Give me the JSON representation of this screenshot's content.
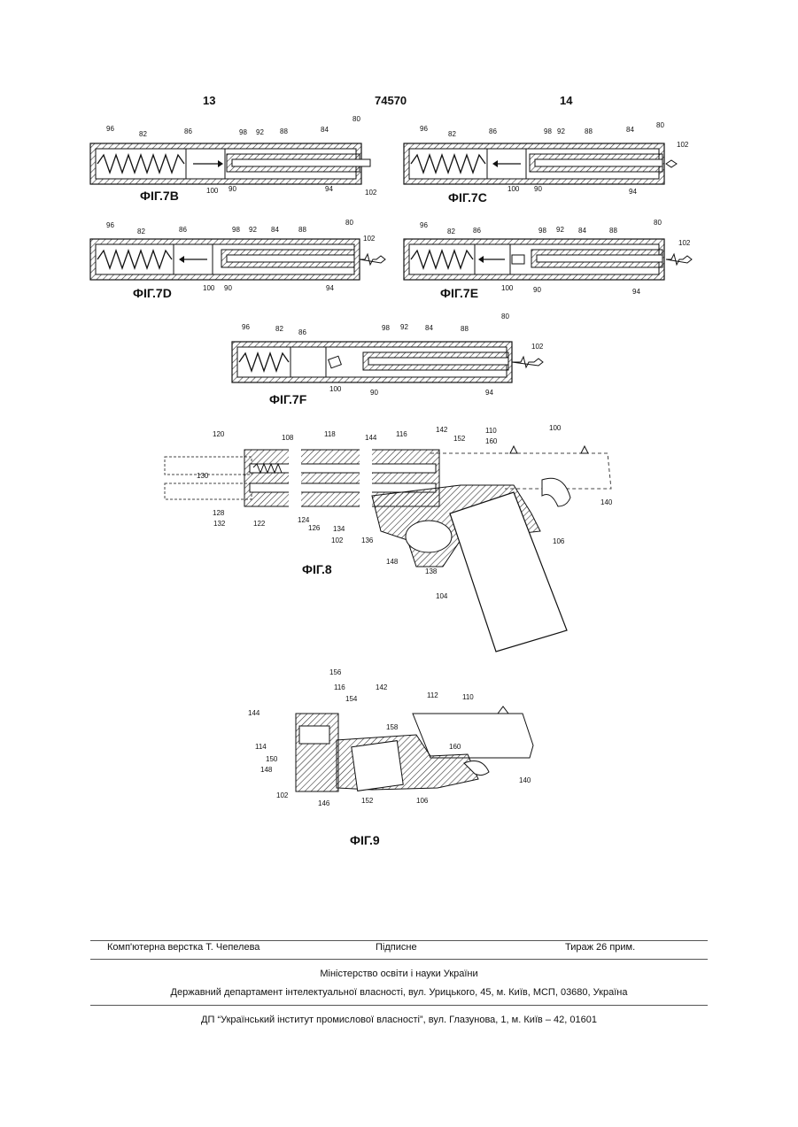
{
  "header": {
    "page_left": "13",
    "document_number": "74570",
    "page_right": "14"
  },
  "figures": {
    "fig7b": {
      "caption": "ФІГ.7B",
      "labels": [
        "96",
        "82",
        "86",
        "98",
        "92",
        "88",
        "84",
        "80",
        "100",
        "90",
        "94",
        "102"
      ]
    },
    "fig7c": {
      "caption": "ФІГ.7C",
      "labels": [
        "96",
        "82",
        "86",
        "98",
        "92",
        "88",
        "84",
        "80",
        "102",
        "100",
        "90",
        "94"
      ]
    },
    "fig7d": {
      "caption": "ФІГ.7D",
      "labels": [
        "96",
        "82",
        "86",
        "98",
        "92",
        "84",
        "88",
        "80",
        "102",
        "100",
        "90",
        "94"
      ]
    },
    "fig7e": {
      "caption": "ФІГ.7E",
      "labels": [
        "96",
        "82",
        "86",
        "98",
        "92",
        "84",
        "88",
        "80",
        "102",
        "100",
        "90",
        "94"
      ]
    },
    "fig7f": {
      "caption": "ФІГ.7F",
      "labels": [
        "96",
        "82",
        "86",
        "98",
        "92",
        "84",
        "88",
        "80",
        "102",
        "100",
        "90",
        "94"
      ]
    },
    "fig8": {
      "caption": "ФІГ.8",
      "labels": [
        "120",
        "108",
        "118",
        "144",
        "116",
        "142",
        "152",
        "110",
        "160",
        "100",
        "130",
        "128",
        "132",
        "122",
        "124",
        "126",
        "134",
        "102",
        "136",
        "148",
        "138",
        "106",
        "140",
        "104"
      ]
    },
    "fig9": {
      "caption": "ФІГ.9",
      "labels": [
        "156",
        "116",
        "154",
        "142",
        "112",
        "110",
        "144",
        "158",
        "114",
        "150",
        "148",
        "160",
        "102",
        "146",
        "152",
        "106",
        "140"
      ]
    }
  },
  "footer": {
    "typesetting": "Комп'ютерна верстка Т. Чепелева",
    "signed": "Підписне",
    "circulation": "Тираж 26 прим.",
    "ministry": "Міністерство освіти і науки України",
    "department": "Державний департамент інтелектуальної власності, вул. Урицького, 45, м. Київ, МСП, 03680, Україна",
    "institute": "ДП “Український інститут промислової власності”, вул. Глазунова, 1, м. Київ – 42, 01601"
  }
}
